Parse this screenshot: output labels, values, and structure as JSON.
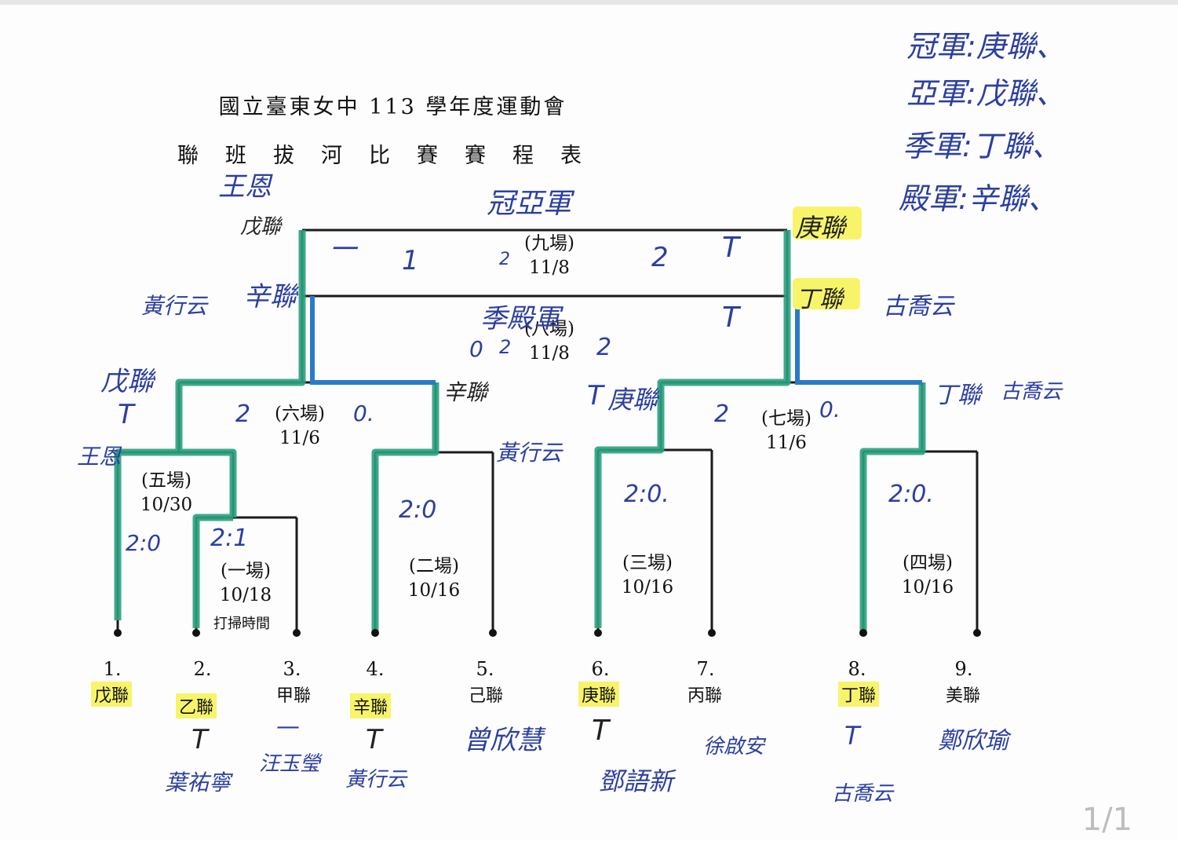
{
  "document": {
    "title_line1": "國立臺東女中 113 學年度運動會",
    "title_line2": "聯班拔河比賽賽程表"
  },
  "matches": {
    "m1": {
      "label": "(一場)",
      "date": "10/18",
      "note": "打掃時間"
    },
    "m2": {
      "label": "(二場)",
      "date": "10/16"
    },
    "m3": {
      "label": "(三場)",
      "date": "10/16"
    },
    "m4": {
      "label": "(四場)",
      "date": "10/16"
    },
    "m5": {
      "label": "(五場)",
      "date": "10/30"
    },
    "m6": {
      "label": "(六場)",
      "date": "11/6"
    },
    "m7": {
      "label": "(七場)",
      "date": "11/6"
    },
    "m8": {
      "label": "(八場)",
      "date": "11/8"
    },
    "m9": {
      "label": "(九場)",
      "date": "11/8"
    }
  },
  "teams": [
    {
      "num": "1.",
      "name": "戊聯",
      "highlight": true
    },
    {
      "num": "2.",
      "name": "乙聯",
      "highlight": true
    },
    {
      "num": "3.",
      "name": "甲聯",
      "highlight": false
    },
    {
      "num": "4.",
      "name": "辛聯",
      "highlight": true
    },
    {
      "num": "5.",
      "name": "己聯",
      "highlight": false
    },
    {
      "num": "6.",
      "name": "庚聯",
      "highlight": true
    },
    {
      "num": "7.",
      "name": "丙聯",
      "highlight": false
    },
    {
      "num": "8.",
      "name": "丁聯",
      "highlight": true
    },
    {
      "num": "9.",
      "name": "美聯",
      "highlight": false
    }
  ],
  "handwriting": {
    "results": [
      "冠軍:庚聯、",
      "亞軍:戊聯、",
      "季軍:丁聯、",
      "殿軍:辛聯、"
    ],
    "final_title": "冠亞軍",
    "third_title": "季殿軍",
    "wang": "王恩",
    "wu_top": "戊聯",
    "xin_left": "辛聯",
    "huang_left": "黃行云",
    "geng_right": "庚聯",
    "ding_right": "丁聯",
    "gu_right": "古喬云",
    "wu_mid": "戊聯",
    "xin_mid": "辛聯",
    "huang_mid": "黃行云",
    "geng_mid": "庚聯",
    "ding_mid": "丁聯",
    "gu_mid": "古喬云",
    "score_m9": [
      "一",
      "1",
      "2",
      "2"
    ],
    "score_m8": [
      "0",
      "2",
      "2"
    ],
    "score_m6": [
      "2",
      "0."
    ],
    "score_m7": [
      "2",
      "0."
    ],
    "score_m5": "2:0",
    "score_m1": "2:1",
    "score_m2": "2:0",
    "score_m3": "2:0.",
    "score_m4": "2:0.",
    "signers": [
      "葉祐寧",
      "汪玉瑩",
      "黃行云",
      "曾欣慧",
      "鄧語新",
      "徐啟安",
      "古喬云",
      "鄭欣瑜"
    ],
    "pager": "1/1"
  },
  "colors": {
    "winner_green": "#2aa17f",
    "winner_blue": "#2b79c9",
    "highlight": "#f7f46a",
    "ink_blue": "#2c3fa0"
  }
}
